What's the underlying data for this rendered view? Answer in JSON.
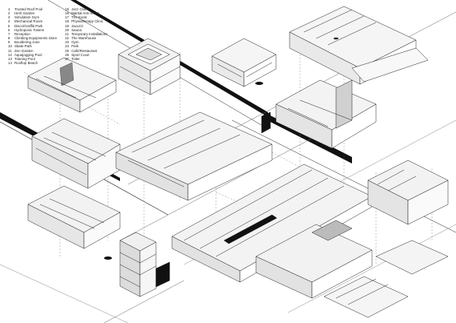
{
  "legend": {
    "columns": [
      [
        {
          "num": "1",
          "label": "Trusted Roof Pool"
        },
        {
          "num": "2",
          "label": "Herb Garden"
        },
        {
          "num": "3",
          "label": "Simulation Gym"
        },
        {
          "num": "4",
          "label": "Mechanical Room"
        },
        {
          "num": "5",
          "label": "Disco/Graffiti Park"
        },
        {
          "num": "6",
          "label": "Hydroponic Towers"
        },
        {
          "num": "7",
          "label": "Reception"
        },
        {
          "num": "8",
          "label": "Climbing Equipments Store"
        },
        {
          "num": "9",
          "label": "Bouldering zone"
        },
        {
          "num": "10",
          "label": "Skate-Park"
        },
        {
          "num": "11",
          "label": "Zen Garden"
        },
        {
          "num": "12",
          "label": "Aquajogging Pool"
        },
        {
          "num": "13",
          "label": "Training Pool"
        },
        {
          "num": "14",
          "label": "Rooftop Beach"
        }
      ],
      [
        {
          "num": "15",
          "label": "Jazz Club"
        },
        {
          "num": "16",
          "label": "Martial Arts Arena"
        },
        {
          "num": "17",
          "label": "The Kiosk"
        },
        {
          "num": "18",
          "label": "Physiotherapy Clinic"
        },
        {
          "num": "19",
          "label": "Jacuzzi"
        },
        {
          "num": "20",
          "label": "Sauna"
        },
        {
          "num": "21",
          "label": "Temporary Installations"
        },
        {
          "num": "22",
          "label": "The Warehouse"
        },
        {
          "num": "23",
          "label": "Gym"
        },
        {
          "num": "24",
          "label": "Park"
        },
        {
          "num": "25",
          "label": "Café/Restaurant"
        },
        {
          "num": "26",
          "label": "Sport Court"
        },
        {
          "num": "27",
          "label": "Toilet"
        }
      ]
    ]
  },
  "colors": {
    "line": "#222222",
    "fill": "#f2f2f2",
    "dark": "#111111",
    "grey": "#bdbdbd"
  }
}
